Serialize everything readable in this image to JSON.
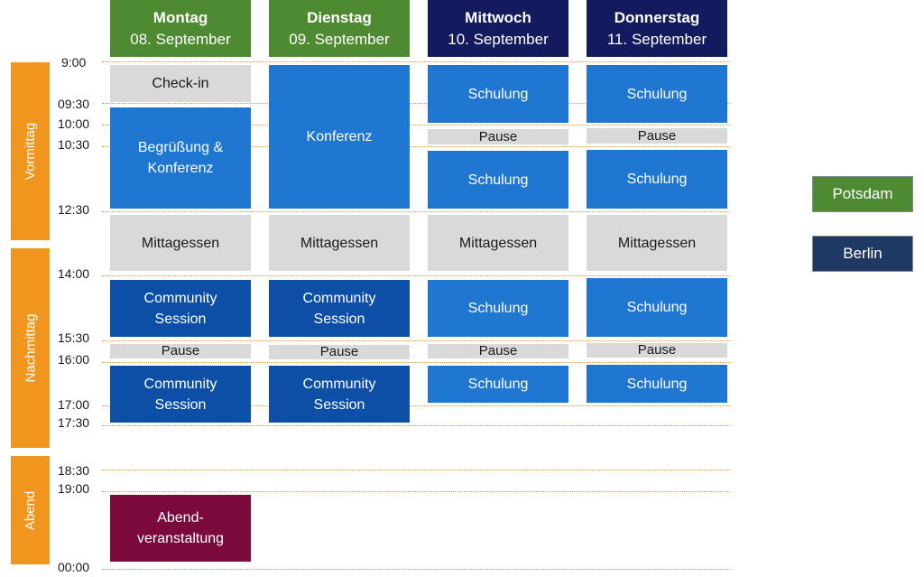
{
  "days": [
    {
      "name": "Montag",
      "date": "08. September",
      "color": "#4e8a31"
    },
    {
      "name": "Dienstag",
      "date": "09. September",
      "color": "#4e8a31"
    },
    {
      "name": "Mittwoch",
      "date": "10. September",
      "color": "#141a5e"
    },
    {
      "name": "Donnerstag",
      "date": "11. September",
      "color": "#141a5e"
    }
  ],
  "periods": {
    "morning": "Vormittag",
    "afternoon": "Nachmittag",
    "evening": "Abend"
  },
  "times": [
    "9:00",
    "09:30",
    "10:00",
    "10:30",
    "12:30",
    "14:00",
    "15:30",
    "16:00",
    "17:00",
    "17:30",
    "18:30",
    "19:00",
    "00:00"
  ],
  "monday": {
    "checkin": "Check-in",
    "welcome": "Begrüßung &\nKonferenz",
    "lunch": "Mittagessen",
    "community1": "Community\nSession",
    "pause": "Pause",
    "community2": "Community\nSession",
    "evening": "Abend-\nveranstaltung"
  },
  "tuesday": {
    "conference": "Konferenz",
    "lunch": "Mittagessen",
    "community1": "Community\nSession",
    "pause": "Pause",
    "community2": "Community\nSession"
  },
  "wednesday": {
    "training1": "Schulung",
    "pause1": "Pause",
    "training2": "Schulung",
    "lunch": "Mittagessen",
    "training3": "Schulung",
    "pause2": "Pause",
    "training4": "Schulung"
  },
  "thursday": {
    "training1": "Schulung",
    "pause1": "Pause",
    "training2": "Schulung",
    "lunch": "Mittagessen",
    "training3": "Schulung",
    "pause2": "Pause",
    "training4": "Schulung"
  },
  "legend": [
    {
      "label": "Potsdam",
      "color": "#4e8a31"
    },
    {
      "label": "Berlin",
      "color": "#1f3864"
    }
  ]
}
